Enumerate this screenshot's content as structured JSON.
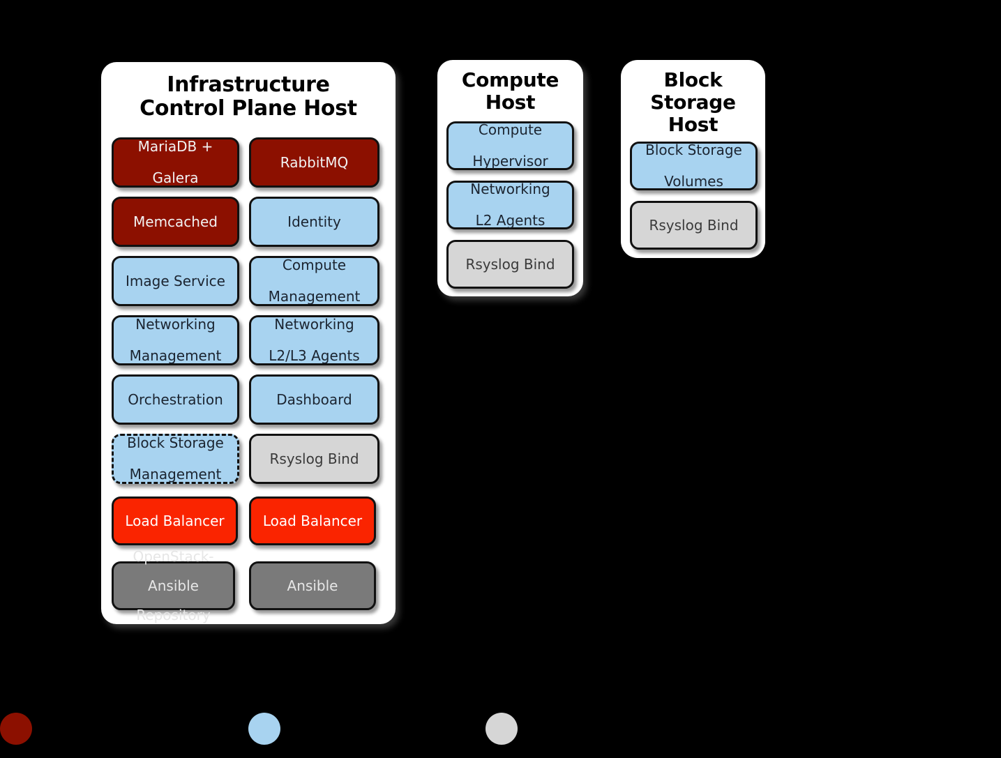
{
  "diagram": {
    "background_color": "#000000",
    "hosts": [
      {
        "id": "infrastructure-control-plane-host",
        "title": "Infrastructure\nControl Plane Host",
        "title_line1": "Infrastructure",
        "title_line2": "Control Plane Host",
        "border_style": "solid",
        "services": [
          {
            "label": "MariaDB +\nGalera",
            "line1": "MariaDB +",
            "line2": "Galera",
            "color": "#8C1000",
            "kind": "red",
            "border": "solid"
          },
          {
            "label": "RabbitMQ",
            "line1": "RabbitMQ",
            "line2": "",
            "color": "#8C1000",
            "kind": "red",
            "border": "solid"
          },
          {
            "label": "Memcached",
            "line1": "Memcached",
            "line2": "",
            "color": "#8C1000",
            "kind": "red",
            "border": "solid"
          },
          {
            "label": "Identity",
            "line1": "Identity",
            "line2": "",
            "color": "#A8D3F0",
            "kind": "blue",
            "border": "solid"
          },
          {
            "label": "Image Service",
            "line1": "Image Service",
            "line2": "",
            "color": "#A8D3F0",
            "kind": "blue",
            "border": "solid"
          },
          {
            "label": "Compute\nManagement",
            "line1": "Compute",
            "line2": "Management",
            "color": "#A8D3F0",
            "kind": "blue",
            "border": "solid"
          },
          {
            "label": "Networking\nManagement",
            "line1": "Networking",
            "line2": "Management",
            "color": "#A8D3F0",
            "kind": "blue",
            "border": "solid"
          },
          {
            "label": "Networking\nL2/L3 Agents",
            "line1": "Networking",
            "line2": "L2/L3 Agents",
            "color": "#A8D3F0",
            "kind": "blue",
            "border": "solid"
          },
          {
            "label": "Orchestration",
            "line1": "Orchestration",
            "line2": "",
            "color": "#A8D3F0",
            "kind": "blue",
            "border": "solid"
          },
          {
            "label": "Dashboard",
            "line1": "Dashboard",
            "line2": "",
            "color": "#A8D3F0",
            "kind": "blue",
            "border": "solid"
          },
          {
            "label": "Block Storage\nManagement",
            "line1": "Block Storage",
            "line2": "Management",
            "color": "#A8D3F0",
            "kind": "blue",
            "border": "dash-dot"
          },
          {
            "label": "Rsyslog Bind",
            "line1": "Rsyslog Bind",
            "line2": "",
            "color": "#D6D6D6",
            "kind": "gray",
            "border": "solid"
          },
          {
            "label": "Load Balancer",
            "line1": "Load Balancer",
            "line2": "",
            "color": "#FA2400",
            "kind": "orange",
            "border": "solid"
          },
          {
            "label": "Load Balancer",
            "line1": "Load Balancer",
            "line2": "",
            "color": "#FA2400",
            "kind": "orange",
            "border": "solid"
          },
          {
            "label": "OpenStack-\nAnsible\nRepository",
            "line1": "OpenStack-",
            "line2": "Ansible",
            "line3": "Repository",
            "color": "#7A7A7A",
            "kind": "dgray",
            "border": "solid"
          },
          {
            "label": "Ansible",
            "line1": "Ansible",
            "line2": "",
            "color": "#7A7A7A",
            "kind": "dgray",
            "border": "solid"
          }
        ]
      },
      {
        "id": "compute-host",
        "title": "Compute\nHost",
        "title_line1": "Compute",
        "title_line2": "Host",
        "border_style": "solid",
        "services": [
          {
            "label": "Compute\nHypervisor",
            "line1": "Compute",
            "line2": "Hypervisor",
            "color": "#A8D3F0",
            "kind": "blue",
            "border": "solid"
          },
          {
            "label": "Networking\nL2 Agents",
            "line1": "Networking",
            "line2": "L2 Agents",
            "color": "#A8D3F0",
            "kind": "blue",
            "border": "solid"
          },
          {
            "label": "Rsyslog Bind",
            "line1": "Rsyslog Bind",
            "line2": "",
            "color": "#D6D6D6",
            "kind": "gray",
            "border": "solid"
          }
        ]
      },
      {
        "id": "block-storage-host",
        "title": "Block\nStorage\nHost",
        "title_line1": "Block",
        "title_line2": "Storage",
        "title_line3": "Host",
        "border_style": "dashed",
        "services": [
          {
            "label": "Block Storage\nVolumes",
            "line1": "Block Storage",
            "line2": "Volumes",
            "color": "#A8D3F0",
            "kind": "blue",
            "border": "solid"
          },
          {
            "label": "Rsyslog Bind",
            "line1": "Rsyslog Bind",
            "line2": "",
            "color": "#D6D6D6",
            "kind": "gray",
            "border": "solid"
          }
        ]
      }
    ],
    "legend": [
      {
        "color": "#8C1000",
        "label": ""
      },
      {
        "color": "#A8D3F0",
        "label": ""
      },
      {
        "color": "#D6D6D6",
        "label": ""
      }
    ]
  }
}
